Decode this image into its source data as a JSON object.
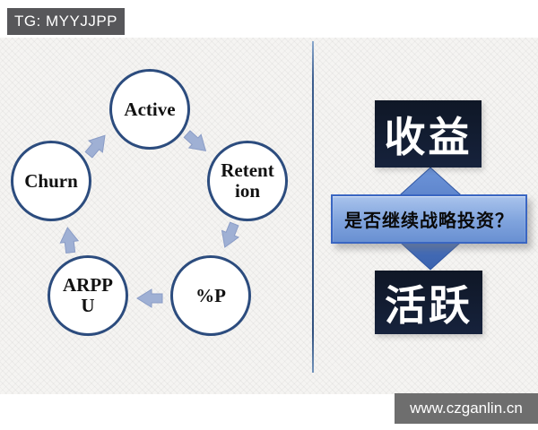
{
  "watermarks": {
    "tg_badge": "TG: MYYJJPP",
    "url_badge": "www.czganlin.cn"
  },
  "cycle": {
    "nodes": [
      {
        "name": "active",
        "lines": [
          "Active"
        ]
      },
      {
        "name": "retention",
        "lines": [
          "Retent",
          "ion"
        ]
      },
      {
        "name": "percent-p",
        "lines": [
          "%P"
        ]
      },
      {
        "name": "arppu",
        "lines": [
          "ARPP",
          "U"
        ]
      },
      {
        "name": "churn",
        "lines": [
          "Churn"
        ]
      }
    ],
    "arrow_sequence": [
      "churn-to-active",
      "active-to-retention",
      "retention-to-percent-p",
      "percent-p-to-arppu",
      "arppu-to-churn"
    ],
    "colors": {
      "node_ring": "#2c4c7e",
      "node_fill": "#ffffff",
      "arrow": "#9fb0d4"
    }
  },
  "decision": {
    "top_box": "收益",
    "banner_text": "是否继续战略投资？",
    "bottom_box": "活跃",
    "colors": {
      "box_bg": "#131c2e",
      "box_text": "#ffffff",
      "banner_border": "#3a66c2",
      "banner_fill_top": "#a9c3ec",
      "banner_fill_bottom": "#6990d2",
      "diamond_top": "#6d94d9",
      "diamond_bottom": "#3a62ae"
    }
  },
  "divider_color": "#31517f",
  "background": "#f5f4f2"
}
